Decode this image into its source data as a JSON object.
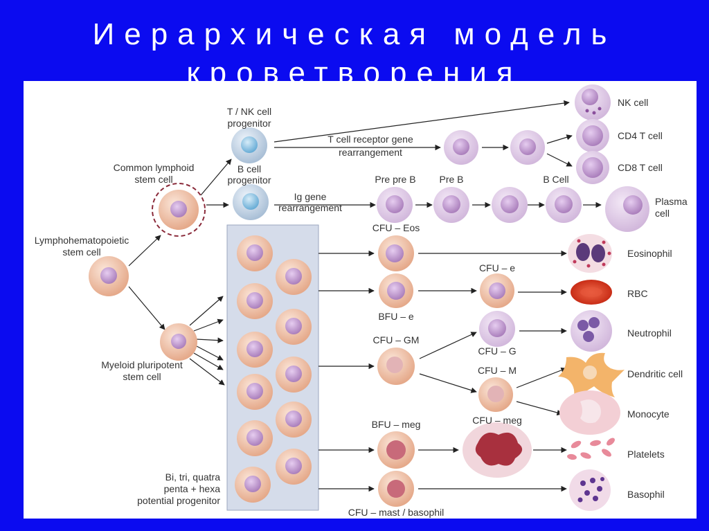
{
  "title": {
    "line1": "Иерархическая модель",
    "line2": "кроветворения"
  },
  "labels": {
    "lympho_stem": [
      "Lymphohematopoietic",
      "stem cell"
    ],
    "common_lymphoid": [
      "Common lymphoid",
      "stem cell"
    ],
    "tnk_progenitor": [
      "T / NK cell",
      "progenitor"
    ],
    "b_progenitor": [
      "B cell",
      "progenitor"
    ],
    "tcr": [
      "T cell receptor gene",
      "rearrangement"
    ],
    "ig": [
      "Ig gene",
      "rearrangement"
    ],
    "myeloid": [
      "Myeloid pluripotent",
      "stem cell"
    ],
    "bi_tri": [
      "Bi, tri, quatra",
      "penta + hexa",
      "potential progenitor"
    ],
    "pre_pre_b": "Pre pre B",
    "pre_b": "Pre B",
    "b_cell": "B Cell",
    "cfu_eos": "CFU – Eos",
    "cfu_e": "CFU – e",
    "bfu_e": "BFU – e",
    "cfu_gm": "CFU – GM",
    "cfu_g": "CFU – G",
    "cfu_m": "CFU – M",
    "bfu_meg": "BFU – meg",
    "cfu_meg": "CFU – meg",
    "cfu_mast": "CFU – mast / basophil"
  },
  "outputs": {
    "nk": "NK cell",
    "cd4": "CD4 T cell",
    "cd8": "CD8 T cell",
    "plasma": [
      "Plasma",
      "cell"
    ],
    "eosinophil": "Eosinophil",
    "rbc": "RBC",
    "neutrophil": "Neutrophil",
    "dendritic": "Dendritic cell",
    "monocyte": "Monocyte",
    "platelets": "Platelets",
    "basophil": "Basophil"
  },
  "colors": {
    "background": "#0b0bf0",
    "cell_peach": "#f0c7b0",
    "nucleus_lilac": "#c9a2d6",
    "progenitor_blue": "#8fc2e0",
    "lymph_cell": "#e7d7ee",
    "rbc_red": "#d8321c",
    "box_fill": "#d5dcea"
  }
}
